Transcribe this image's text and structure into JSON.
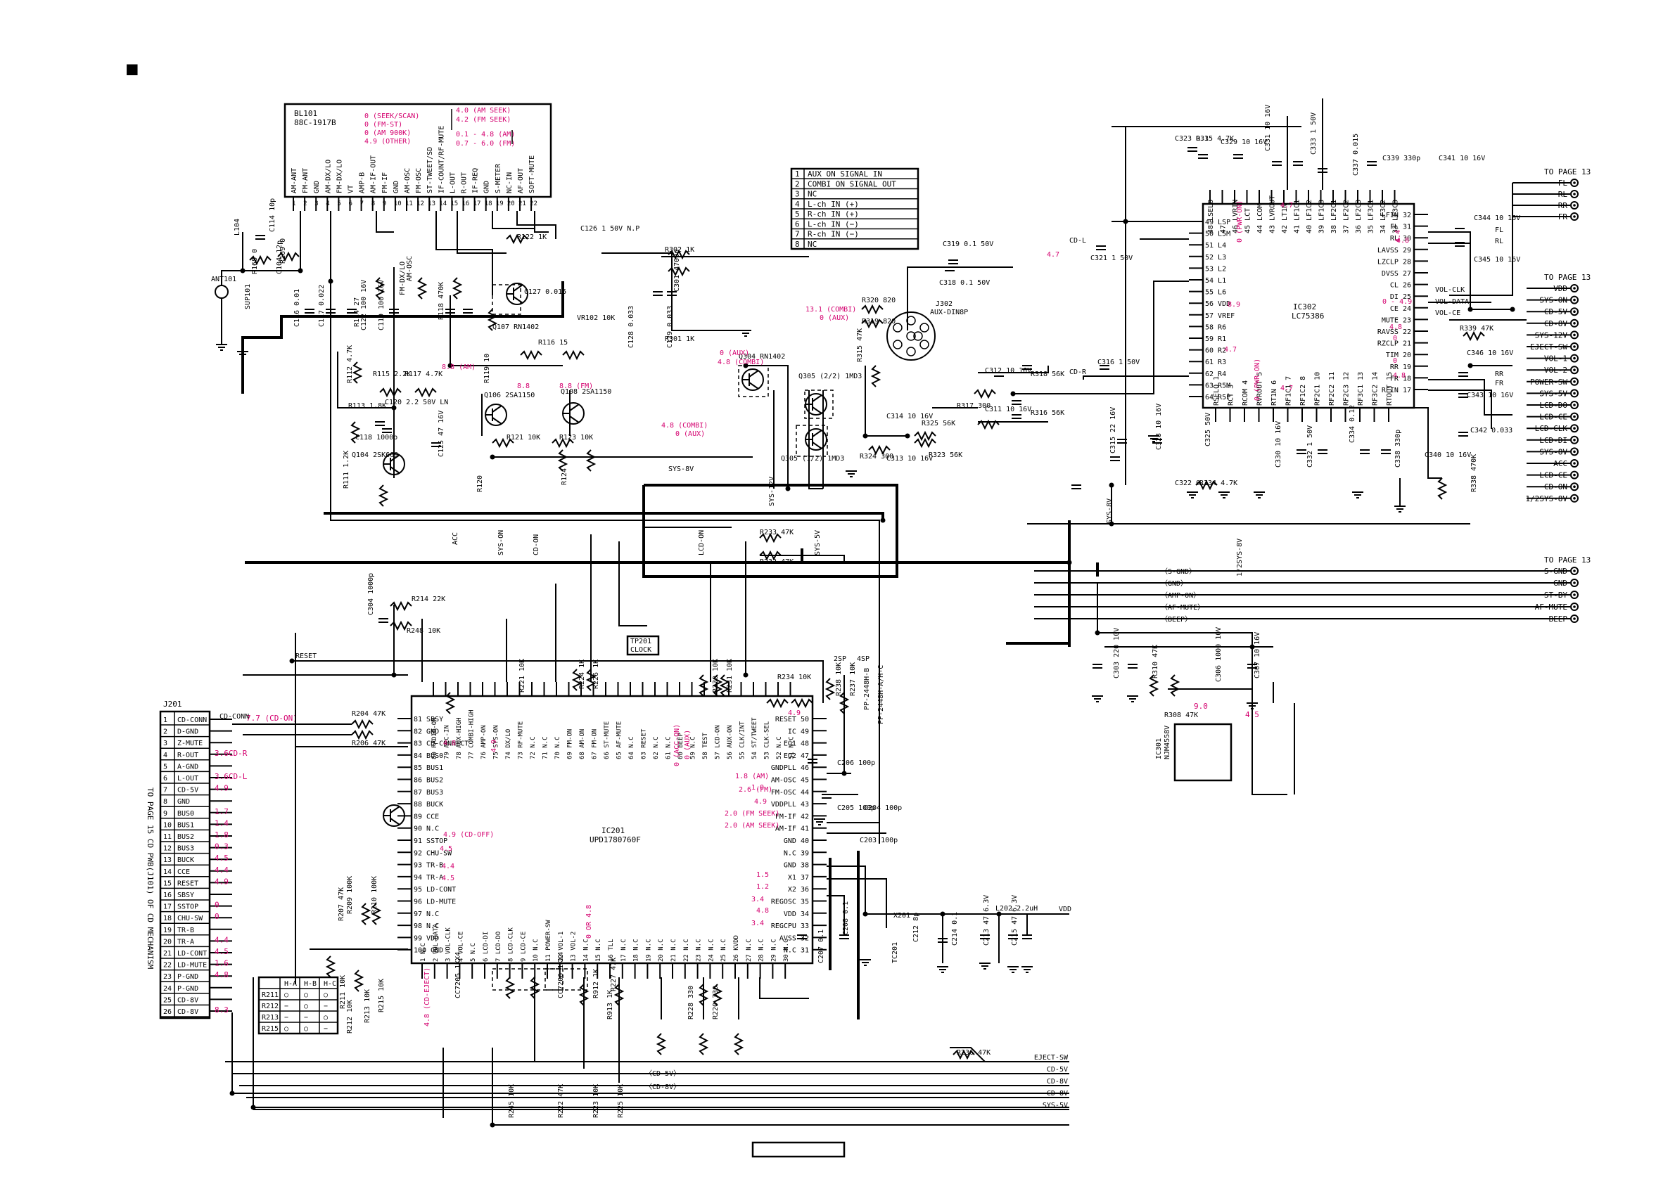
{
  "marker": "■",
  "bl101": {
    "ref": "BL101",
    "part": "88C-1917B",
    "pins": [
      "AM-ANT",
      "FM-ANT",
      "GND",
      "AM-DX/LO",
      "FM-DX/LO",
      "VT",
      "AMP-B",
      "AM-IF-OUT",
      "FM-IF",
      "GND",
      "AM-OSC",
      "FM-OSC",
      "ST-TWEET/SD",
      "IF-COUNT/RF-MUTE",
      "L-OUT",
      "R-OUT",
      "IF-REQ",
      "GND",
      "S-METER",
      "NC-IN",
      "AF-OUT",
      "SOFT-MUTE"
    ],
    "volt_left": [
      "0 (SEEK/SCAN)",
      "0 (FM-ST)",
      "0 (AM 900K)",
      "4.9 (OTHER)"
    ],
    "volt_right": [
      "4.0 (AM SEEK)",
      "4.2 (FM SEEK)",
      "0.1 - 4.8 (AM)",
      "0.7 - 6.0 (FM)"
    ]
  },
  "aux_table": {
    "rows": [
      [
        "1",
        "AUX ON SIGNAL IN"
      ],
      [
        "2",
        "COMBI ON SIGNAL OUT"
      ],
      [
        "3",
        "NC"
      ],
      [
        "4",
        "L-ch IN (+)"
      ],
      [
        "5",
        "R-ch IN (+)"
      ],
      [
        "6",
        "L-ch IN (−)"
      ],
      [
        "7",
        "R-ch IN (−)"
      ],
      [
        "8",
        "NC"
      ]
    ]
  },
  "ic302": {
    "ref": "IC302",
    "part": "LC75386",
    "left_pins": [
      "49 LSP",
      "50 L5M",
      "51 L4",
      "52 L3",
      "53 L2",
      "54 L1",
      "55 L6",
      "56 VDD",
      "57 VREF",
      "58 R6",
      "59 R1",
      "60 R2",
      "61 R3",
      "62 R4",
      "63 R5M",
      "64 R5P"
    ],
    "right_pins": [
      "LFIN 32",
      "FL 31",
      "RL 30",
      "LAVSS 29",
      "LZCLP 28",
      "DVSS 27",
      "CL 26",
      "DI 25",
      "CE 24",
      "MUTE 23",
      "RAVSS 22",
      "RZCLP 21",
      "TIM 20",
      "RR 19",
      "FR 18",
      "RFIN 17"
    ],
    "top_pins": [
      "48 LSELO",
      "47",
      "46 LVRIN",
      "45 LCT",
      "44 LCOM",
      "43 LVROUT",
      "42 LT1N",
      "41 LF1C1",
      "40 LF1C2",
      "39 LF1C3",
      "38 LF2C1",
      "37 LF2C2",
      "36 LF2C3",
      "35 LF3C1",
      "34 LF3C2",
      "33 LF3C3"
    ],
    "bottom_pins": [
      "RSELO 1",
      "RCT 3",
      "RCOM 4",
      "RVROUT 5",
      "RT1N 6",
      "RF1C1 7",
      "RF1C2 8",
      "RF2C1 10",
      "RF2C2 11",
      "RF2C3 12",
      "RF3C1 13",
      "RF3C2 14",
      "RTOUT 15"
    ]
  },
  "ic201": {
    "ref": "IC201",
    "part": "UPD1780760F",
    "left_pins": [
      "81 SBSY",
      "82 GND",
      "83 CD-CONNECT",
      "84 BUS0",
      "85 BUS1",
      "86 BUS2",
      "87 BUS3",
      "88 BUCK",
      "89 CCE",
      "90 N.C",
      "91 SSTOP",
      "92 CHU-SW",
      "93 TR-B",
      "94 TR-A",
      "95 LD-CONT",
      "96 LD-MUTE",
      "97 N.C",
      "98 N.C",
      "99 VDD",
      "100 GND"
    ],
    "right_pins": [
      "RESET 50",
      "IC 49",
      "EO1 48",
      "EO2 47",
      "GNDPLL 46",
      "AM-OSC 45",
      "FM-OSC 44",
      "VDDPLL 43",
      "FM-IF 42",
      "AM-IF 41",
      "GND 40",
      "N.C 39",
      "GND 38",
      "X1 37",
      "X2 36",
      "REGOSC 35",
      "VDD 34",
      "REGCPU 33",
      "AVSS 32",
      "N.C 31"
    ],
    "top_pins": [
      "80 RADIO-ON",
      "79 ACC-IN",
      "78 AUX-HIGH",
      "77 COMBI-HIGH",
      "76 AMP-ON",
      "75 SYS-ON",
      "74 DX/LO",
      "73 RF-MUTE",
      "72 N.C",
      "71 N.C",
      "70 N.C",
      "69 FM-ON",
      "68 AM-ON",
      "67 FM-ON",
      "66 ST-MUTE",
      "65 AF-MUTE",
      "64 N.C",
      "63 RESET",
      "62 N.C",
      "61 N.C",
      "60 BEEP",
      "59 N.C",
      "58 TEST",
      "57 LCD-ON",
      "56 AUX-ON",
      "55 CLK/INT",
      "54 ST/TWEET",
      "53 CLK-SEL",
      "52 N.C",
      "51 N.C"
    ],
    "bottom_pins": [
      "1 N.C",
      "2 VOL-DATA",
      "3 VOL-CLK",
      "4 VOL-CE",
      "5 N.C",
      "6 LCD-DI",
      "7 LCD-DO",
      "8 LCD-CLK",
      "9 LCD-CE",
      "10 N.C",
      "11 POWER-SW",
      "12 VOL-1",
      "13 VOL-2",
      "14 N.C",
      "15 N.C",
      "16 TLL",
      "17 N.C",
      "18 N.C",
      "19 N.C",
      "20 N.C",
      "21 N.C",
      "22 N.C",
      "23 N.C",
      "24 N.C",
      "25 N.C",
      "26 KVDD",
      "27 N.C",
      "28 N.C",
      "29 N.C",
      "30 N.C"
    ]
  },
  "j201": {
    "ref": "J201",
    "side_label": "TO PAGE 15  CD PWB(J101) OF CD MECHANISM",
    "pins": [
      "CD-CONN",
      "D-GND",
      "Z-MUTE",
      "R-OUT",
      "A-GND",
      "L-OUT",
      "CD-5V",
      "GND",
      "BUS0",
      "BUS1",
      "BUS2",
      "BUS3",
      "BUCK",
      "CCE",
      "RESET",
      "SBSY",
      "SSTOP",
      "CHU-SW",
      "TR-B",
      "TR-A",
      "LD-CONT",
      "LD-MUTE",
      "P-GND",
      "P-GND",
      "CD-8V",
      "CD-8V"
    ],
    "volts": [
      "7.7 (CD-ON)",
      "3.6CD-R",
      "3.6CD-L",
      "4.9",
      "1.7",
      "1.4",
      "1.8",
      "0.3",
      "4.5",
      "4.4",
      "4.9",
      "0",
      "0",
      "4.4",
      "4.5",
      "1.6",
      "4.8",
      "8.3"
    ]
  },
  "hb_table": {
    "header": [
      "",
      "H-A",
      "H-B",
      "H-C"
    ],
    "rows": [
      [
        "R211",
        "○",
        "○",
        "○"
      ],
      [
        "R212",
        "−",
        "○",
        "−"
      ],
      [
        "R213",
        "−",
        "−",
        "○"
      ],
      [
        "R215",
        "○",
        "○",
        "−"
      ]
    ]
  },
  "page13_a": {
    "title": "TO PAGE 13",
    "items": [
      "FL",
      "RL",
      "RR",
      "FR"
    ]
  },
  "page13_b": {
    "title": "TO PAGE 13",
    "items": [
      "VDD",
      "SYS-ON",
      "CD-5V",
      "CD-8V",
      "SYS-12V",
      "EJECT-SW",
      "VOL-1",
      "VOL-2",
      "POWER-SW",
      "SYS-5V",
      "LCD-DO",
      "LCD-CE",
      "LCD-CLK",
      "LCD-DI",
      "SYS-8V",
      "ACC",
      "LCD-CE",
      "CD-ON",
      "1/2SYS-8V"
    ]
  },
  "page13_c": {
    "title": "TO PAGE 13",
    "items": [
      "S-GND",
      "GND",
      "ST-BY",
      "AF-MUTE",
      "BEEP"
    ]
  },
  "buses": [
    "S-GND",
    "GND",
    "AMP-ON",
    "AF-MUTE",
    "BEEP"
  ],
  "bottom_buses": [
    "EJECT-SW",
    "CD-5V",
    "CD-8V",
    "CD-8V",
    "SYS-5V"
  ],
  "ic301": {
    "ref": "IC301",
    "part": "NJM4558V",
    "volts": [
      "9.0",
      "4.5"
    ]
  },
  "tp201": {
    "ref": "TP201",
    "label": "CLOCK"
  },
  "j302": {
    "ref": "J302",
    "part": "AUX-DIN8P"
  },
  "parts": {
    "ant": "ANT101",
    "sup": "SUP101",
    "l104": "L104",
    "c114": "C114 10p",
    "r169": "R169 0",
    "r168": "R168 0",
    "c104": "C104 12p",
    "c116": "C116 0.01",
    "c117": "C117 0.022",
    "c122": "C122 100 16V",
    "c119": "C119 100 16V",
    "r114": "R114 27",
    "r118": "R118 470K",
    "r119": "R119 10",
    "q107": "Q107 RN1402",
    "c127": "C127 0.015",
    "r122": "R122 1K",
    "c126": "C126 1 50V N.P",
    "vr102": "VR102 10K",
    "r116": "R116 15",
    "r112": "R112 4.7K",
    "r115": "R115 2.2K",
    "r117": "R117 4.7K",
    "r113": "R113 1.8K",
    "c120": "C120 2.2 50V LN",
    "q106": "Q106 2SA1150",
    "q108": "Q108 2SA1150",
    "r121": "R121 10K",
    "r123": "R123 10K",
    "c118": "C118 1000p",
    "q104": "Q104 2SK669",
    "r111": "R111 1.2K",
    "c125": "C125 47 16V",
    "r120": "R120",
    "r124": "R124",
    "r302": "R302 1K",
    "r301": "R301 1K",
    "c301": "C301 4700p",
    "c128": "C128 0.033",
    "c129": "C129 0.033",
    "q304": "Q304 RN1402",
    "q305a": "Q305 (2/2) 1MD3",
    "q305b": "Q305 (1/2) 1MD3",
    "r320": "R320 820",
    "r319": "R319 820",
    "r315": "R315 47K",
    "c319": "C319 0.1 50V",
    "c318": "C318 0.1 50V",
    "c312": "C312 10 16V",
    "c311": "C311 10 16V",
    "r317": "R317 300",
    "r318": "R318 56K",
    "r316": "R316 56K",
    "c314": "C314 10 16V",
    "c313": "C313 10 16V",
    "r325": "R325 56K",
    "r323": "R323 56K",
    "r324": "R324 300",
    "c316": "C316 1 50V",
    "c321": "C321 1 50V",
    "c323": "C323 0.1",
    "r335": "R335 4.7K",
    "c329": "C329 10 16V",
    "c331": "C331 10 16V",
    "c333": "C333 1 50V",
    "c337": "C337 0.015",
    "c339": "C339 330p",
    "c341": "C341 10 16V",
    "c344": "C344 10 16V",
    "c345": "C345 10 16V",
    "r339": "R339 47K",
    "c346": "C346 10 16V",
    "c343": "C343 10 16V",
    "c342": "C342 0.033",
    "r338": "R338 470K",
    "c340": "C340 10 16V",
    "c338": "C338 330p",
    "c334": "C334 0.12",
    "c332": "C332 1 50V",
    "c330": "C330 10 16V",
    "c322": "C322 0.1",
    "r334": "R334 4.7K",
    "c328": "C328 10 16V",
    "c325": "C325 50V",
    "c315": "C315 22 16V",
    "r233": "R233 47K",
    "r232": "R232 47K",
    "c304": "C304 1000p",
    "r214": "R214 22K",
    "r248": "R248 10K",
    "r204": "R204 47K",
    "r206": "R206 47K",
    "r221": "R221 10K",
    "r224": "R224 1K",
    "r226": "R226 1K",
    "r230": "R230 10K",
    "r231": "R231 10K",
    "r234": "R234 10K",
    "r238": "R238 10K",
    "r237": "R237 10K",
    "pp2": "PP-2448H-B",
    "pp4": "PP-2448H-A/H-C",
    "sp2": "2SP",
    "sp4": "4SP",
    "c206": "C206 100p",
    "c205": "C205 100p",
    "c204": "C204 100p",
    "c203": "C203 100p",
    "x201": "X201",
    "c208": "C208 0.1",
    "c207": "C207 0.1",
    "tc201": "TC201",
    "c212": "C212 8p",
    "c214": "C214 0.1",
    "c213": "C213 47 6.3V",
    "c215": "C215 47 6.3V",
    "l202": "L202 2.2uH",
    "c303": "C303 220 10V",
    "r310": "R310 47K",
    "r308": "R308 47K",
    "c306": "C306 1000 10V",
    "c307": "C307 10 16V",
    "cc7205": "CC7205 1KX4",
    "cc7206": "CC7206 1KX4",
    "r228": "R228 330",
    "r220": "R220 330",
    "r236": "R236 47K",
    "r245": "R245 10K",
    "r222": "R222 47K",
    "r223": "R223 10K",
    "r225": "R225 10K",
    "r912": "R912 1K",
    "r913": "R913 1K",
    "r227": "R227 47K",
    "r209": "R209 100K",
    "r210": "R210 100K",
    "r207": "R207 47K",
    "r211": "R211 10K",
    "r212": "R212 10K",
    "r213": "R213 10K",
    "r215": "R215 10K"
  },
  "nets": {
    "sys_8v": "SYS-8V",
    "acc": "ACC",
    "sys_on": "SYS-ON",
    "cd_on": "CD-ON",
    "lcd_on": "LCD-ON",
    "sys_5v": "SYS-5V",
    "sys_12v": "SYS-12V",
    "am_osc": "AM-OSC",
    "fm_dxlo": "FM-DX/LO",
    "cd_l": "CD-L",
    "cd_r": "CD-R",
    "reset": "RESET",
    "sys_8v_r": "SYS-8V",
    "half_8v": "1/2SYS-8V",
    "vdd": "VDD",
    "vol_clk": "VOL-CLK",
    "vol_data": "VOL-DATA",
    "vol_ce": "VOL-CE",
    "rr": "RR",
    "fr": "FR",
    "fl": "FL",
    "rl": "RL",
    "cd_conn": "CD-CONN"
  },
  "volts_misc": {
    "v88a": "8.8 (AM)",
    "v88": "8.8",
    "v88fm": "8.8 (FM)",
    "vcombi": "13.1 (COMBI)",
    "vaux": "0 (AUX)",
    "q304a": "0 (AUX)",
    "q304b": "4.8 (COMBI)",
    "v48c": "4.8 (COMBI)",
    "v0aux": "0 (AUX)",
    "v89": "8.9",
    "v47a": "4.7",
    "v47b": "4.7",
    "v47c": "4.7",
    "v47d": "4.7",
    "v0pwr": "0 (PWR-ON)",
    "v0pwr2": "0 (PWR-ON)",
    "v44": "4.4",
    "v48a": "4.8",
    "v048": "0 - 4.9",
    "v48m": "4.8",
    "v0r": "0",
    "v0t": "0",
    "v48r": "4.8",
    "v49": "4.9",
    "v10": "1.0",
    "v18": "1.8 (AM)",
    "v26": "2.6 (FM)",
    "v49b": "4.9",
    "v20a": "2.0 (FM SEEK)",
    "v20b": "2.0 (AM SEEK)",
    "v15": "1.5",
    "v12": "1.2",
    "v34a": "3.4",
    "v48b": "4.8",
    "v34b": "3.4",
    "v49c": "4.9 (CD-OFF)",
    "v48d": "4.8",
    "v45": "4.5",
    "v44b": "4.4",
    "v45b": "4.5",
    "v49d": "4.9",
    "v0acc": "0 (ACC-ON)",
    "v0aux2": "0 (AUX)",
    "v048b": "0 OR 4.8",
    "v48e": "4.8 (CD-EJECT)"
  }
}
